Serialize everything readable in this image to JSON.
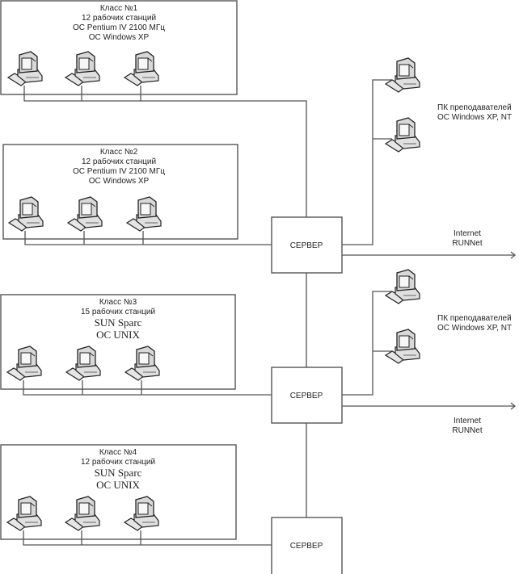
{
  "classes": [
    {
      "title": "Класс №1",
      "lines": [
        {
          "text": "12 рабочих станций",
          "style": "sans"
        },
        {
          "text": "ОС    Pentium IV 2100 МГц",
          "style": "sans"
        },
        {
          "text": "ОС Windows XP",
          "style": "sans"
        }
      ],
      "workstations_shown": 3
    },
    {
      "title": "Класс №2",
      "lines": [
        {
          "text": "12 рабочих станций",
          "style": "sans"
        },
        {
          "text": "ОС    Pentium IV 2100 МГц",
          "style": "sans"
        },
        {
          "text": "ОС Windows XP",
          "style": "sans"
        }
      ],
      "workstations_shown": 3
    },
    {
      "title": "Класс №3",
      "lines": [
        {
          "text": "15 рабочих станций",
          "style": "sans"
        },
        {
          "text": "SUN Sparc",
          "style": "serif"
        },
        {
          "text": "OC UNIX",
          "style": "serif"
        }
      ],
      "workstations_shown": 3
    },
    {
      "title": "Класс №4",
      "lines": [
        {
          "text": "12 рабочих станций",
          "style": "sans"
        },
        {
          "text": "SUN Sparc",
          "style": "serif"
        },
        {
          "text": "OC UNIX",
          "style": "serif"
        }
      ],
      "workstations_shown": 3
    }
  ],
  "servers": [
    {
      "label": "СЕРВЕР"
    },
    {
      "label": "СЕРВЕР"
    },
    {
      "label": "СЕРВЕР"
    }
  ],
  "teacher_groups": [
    {
      "line1": "ПК преподавателей",
      "line2": "ОС Windows XP, NT",
      "pcs": 2
    },
    {
      "line1": "ПК преподавателей",
      "line2": "ОС Windows XP, NT",
      "pcs": 2
    }
  ],
  "internet_links": [
    {
      "line1": "Internet",
      "line2": "RUNNet"
    },
    {
      "line1": "Internet",
      "line2": "RUNNet"
    }
  ],
  "colors": {
    "line": "#555555",
    "background": "#ffffff",
    "text": "#222222"
  }
}
